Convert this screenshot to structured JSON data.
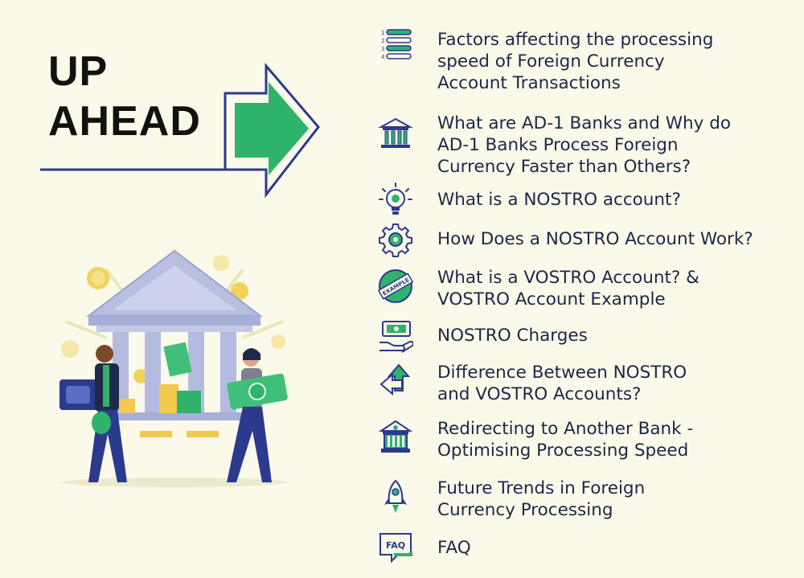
{
  "heading": {
    "line1": "UP",
    "line2": "AHEAD"
  },
  "colors": {
    "background": "#fbf9e9",
    "navy": "#2b3a8c",
    "green": "#2fb36b",
    "text": "#1c2748"
  },
  "agenda": [
    {
      "icon": "numbered-list-icon",
      "label": "Factors affecting the processing\nspeed of Foreign Currency\nAccount Transactions"
    },
    {
      "icon": "bank-icon",
      "label": "What are AD-1 Banks and Why do\nAD-1 Banks Process Foreign\nCurrency Faster than Others?"
    },
    {
      "icon": "lightbulb-icon",
      "label": "What is a NOSTRO account?"
    },
    {
      "icon": "gear-icon",
      "label": "How Does a NOSTRO Account Work?"
    },
    {
      "icon": "example-badge-icon",
      "label": "What is a VOSTRO Account? &\nVOSTRO Account Example"
    },
    {
      "icon": "cash-in-hand-icon",
      "label": "NOSTRO Charges"
    },
    {
      "icon": "opposing-arrows-icon",
      "label": "Difference Between NOSTRO\nand VOSTRO Accounts?"
    },
    {
      "icon": "bank-building-icon",
      "label": "Redirecting to Another Bank -\nOptimising Processing Speed"
    },
    {
      "icon": "rocket-icon",
      "label": "Future Trends in Foreign\nCurrency Processing"
    },
    {
      "icon": "faq-bubble-icon",
      "label": "FAQ"
    }
  ],
  "illustration": {
    "badge_text": "EXAMPLE",
    "faq_text": "FAQ",
    "list_numbers": [
      "1",
      "2",
      "3",
      "4"
    ]
  }
}
